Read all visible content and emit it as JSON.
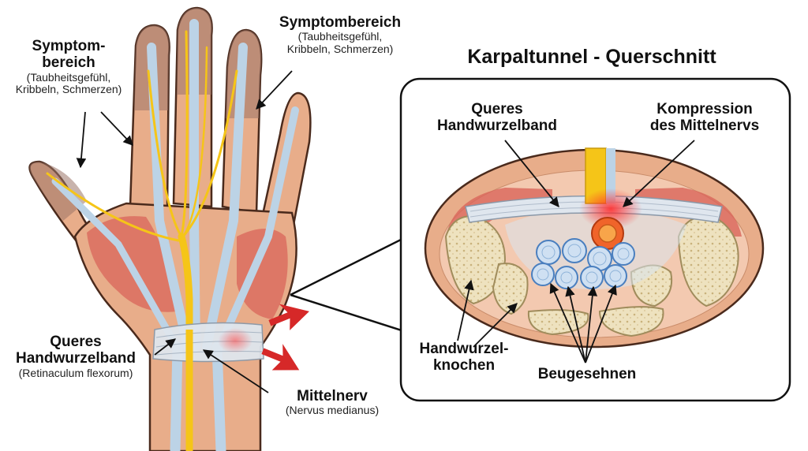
{
  "title": "Karpaltunnel - Querschnitt",
  "hand_labels": {
    "symptom_left_title": "Symptom-\nbereich",
    "symptom_left_sub": "(Taubheitsgefühl,\nKribbeln, Schmerzen)",
    "symptom_top_title": "Symptombereich",
    "symptom_top_sub": "(Taubheitsgefühl,\nKribbeln, Schmerzen)",
    "ligament_title": "Queres\nHandwurzelband",
    "ligament_sub": "(Retinaculum flexorum)",
    "nerve_title": "Mittelnerv",
    "nerve_sub": "(Nervus medianus)"
  },
  "cross_labels": {
    "ligament": "Queres\nHandwurzelband",
    "compression": "Kompression\ndes Mittelnervs",
    "bones": "Handwurzel-\nknochen",
    "tendons": "Beugesehnen"
  },
  "colors": {
    "skin": "#e8ad8a",
    "skin_outline": "#4a2a1c",
    "symptom_shade": "#9a7468",
    "nerve": "#f5c518",
    "tendon": "#bcd3e6",
    "muscle": "#d9655a",
    "bone": "#eee2bf",
    "tendon_ring": "#6b9fd4",
    "compression": "#e53935",
    "arrow": "#d62828"
  },
  "icons": [
    "pressure-arrow-icon",
    "pressure-arrow-icon"
  ]
}
